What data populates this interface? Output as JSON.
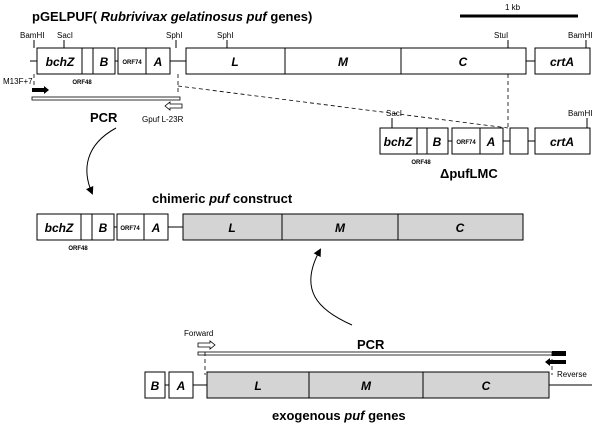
{
  "title": {
    "prefix": "pGELPUF(",
    "species": " Rubrivivax gelatinosus puf",
    "suffix": " genes)"
  },
  "scale_bar_label": "1 kb",
  "sites": {
    "bamhi": "BamHI",
    "saci": "SacI",
    "sphi": "SphI",
    "stui": "StuI"
  },
  "genes": {
    "bchz": "bchZ",
    "b": "B",
    "orf74": "ORF74",
    "a": "A",
    "l": "L",
    "m": "M",
    "c": "C",
    "crta": "crtA",
    "orf48": "ORF48"
  },
  "primers": {
    "m13": "M13F+7",
    "gpuf": "Gpuf L-23R",
    "forward": "Forward",
    "reverse": "Reverse"
  },
  "pcr_label": "PCR",
  "deletion_label": "ΔpufLMC",
  "chimeric": {
    "prefix": "chimeric ",
    "italic": "puf",
    "suffix": " construct"
  },
  "exogenous": {
    "prefix": "exogenous ",
    "italic": "puf",
    "suffix": " genes"
  }
}
